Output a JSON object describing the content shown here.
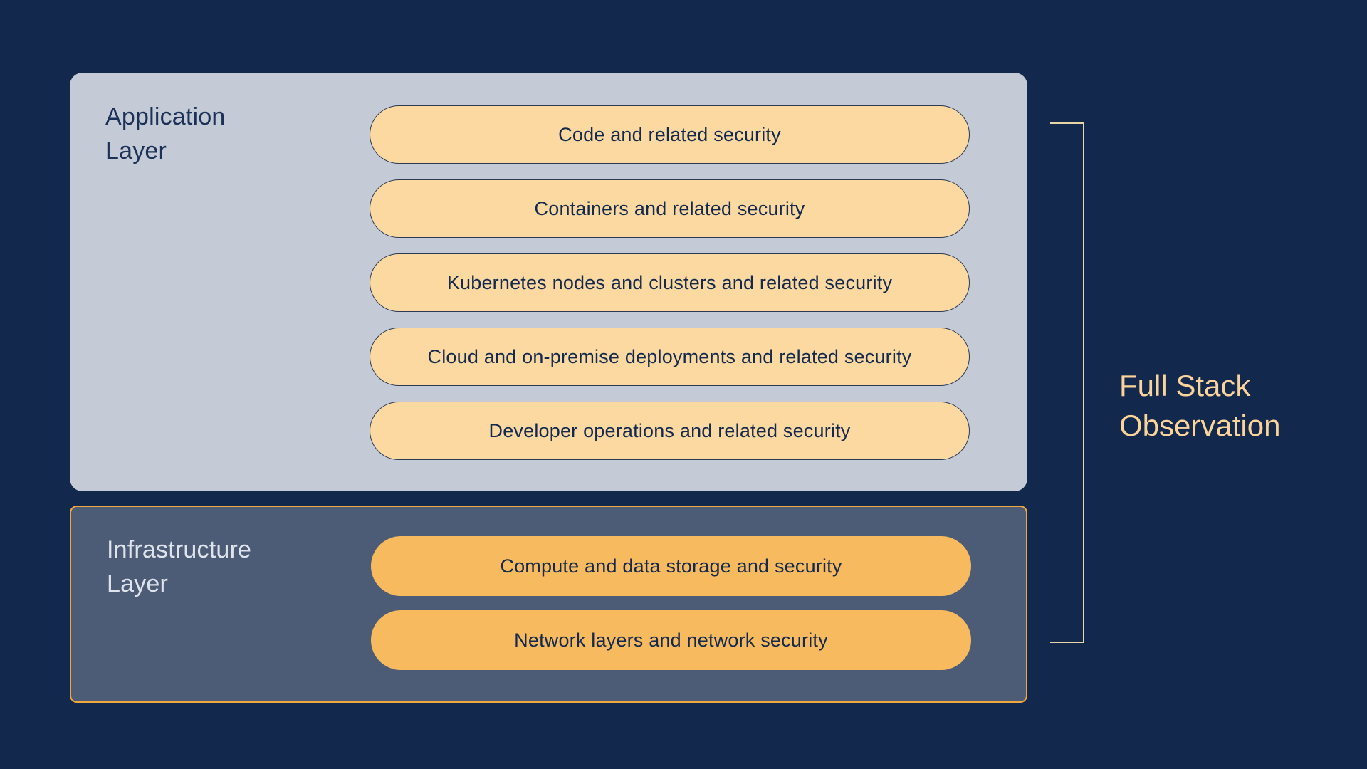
{
  "canvas": {
    "background_color": "#12294D"
  },
  "layers": [
    {
      "label": "Application Layer",
      "panel_fill": "#C5CBD6",
      "label_color": "#1B3157",
      "item_fill": "#FBD9A1",
      "item_border": "#2B3A55",
      "item_text_color": "#13294E",
      "items": [
        "Code and related security",
        "Containers and related security",
        "Kubernetes nodes and clusters and related security",
        "Cloud and on-premise deployments and related security",
        "Developer operations and related security"
      ]
    },
    {
      "label": "Infrastructure Layer",
      "panel_fill": "#4D5C76",
      "panel_border": "#F0A73E",
      "label_color": "#DFE3EB",
      "item_fill": "#F8BA5F",
      "item_text_color": "#13294E",
      "items": [
        "Compute and data storage and security",
        "Network layers and network security"
      ]
    }
  ],
  "annotation": {
    "label": "Full Stack Observation",
    "text_color": "#FBD49B",
    "bracket_color": "#E8D6A6"
  }
}
